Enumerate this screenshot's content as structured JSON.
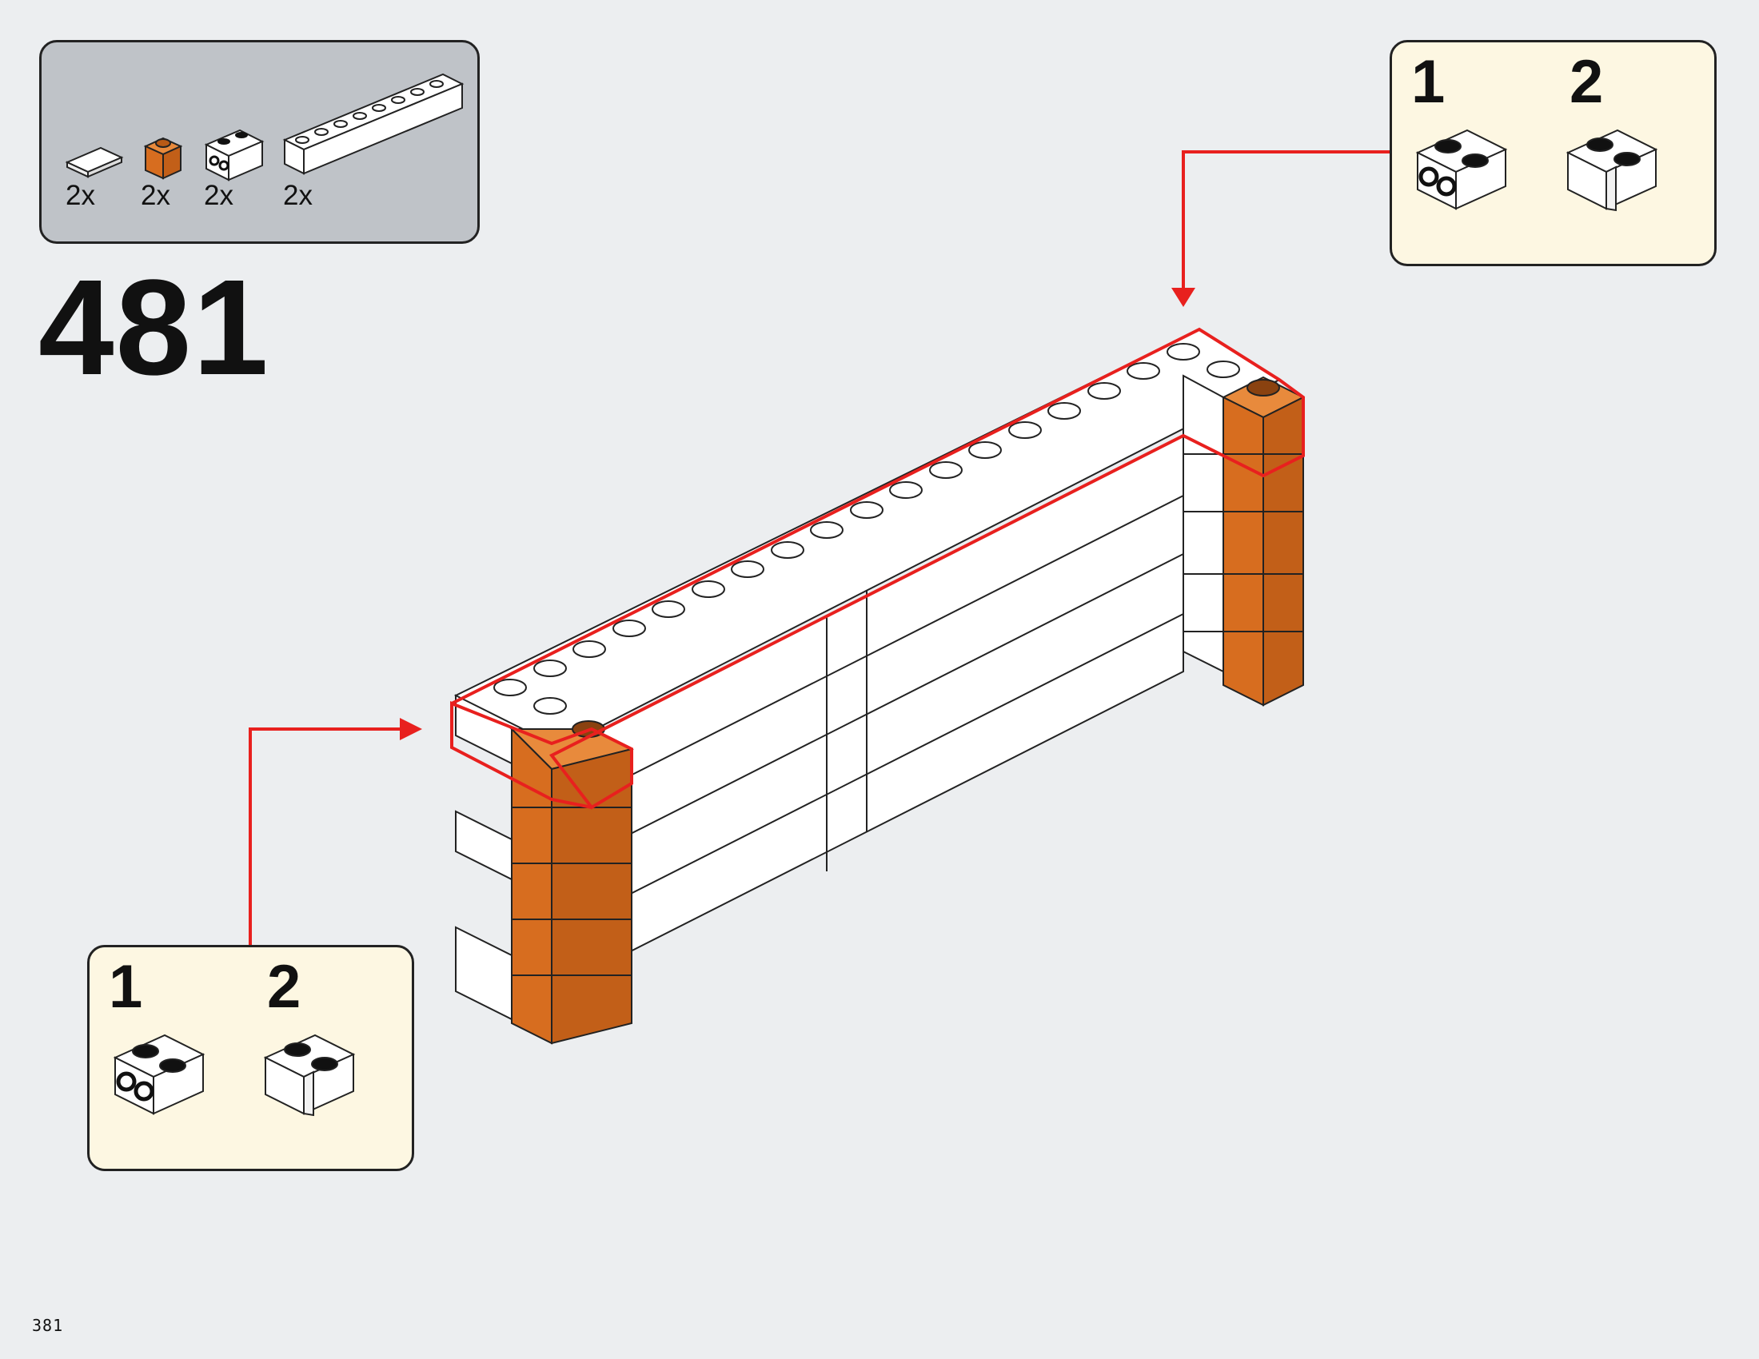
{
  "step": {
    "number": "481"
  },
  "parts_list": {
    "items": [
      {
        "name": "1x2 white tile",
        "count": "2x"
      },
      {
        "name": "1x1 orange brick",
        "count": "2x"
      },
      {
        "name": "1x2 white brick with studs on side",
        "count": "2x"
      },
      {
        "name": "1x8 white brick",
        "count": "2x"
      }
    ]
  },
  "callouts": {
    "top_right": {
      "sub_steps": [
        "1",
        "2"
      ]
    },
    "bottom_left": {
      "sub_steps": [
        "1",
        "2"
      ]
    }
  },
  "page": {
    "number": "381"
  },
  "colors": {
    "page_background": "#eceef0",
    "parts_box": "#bfc3c8",
    "callout_background": "#fdf7e2",
    "highlight_red": "#e8201e",
    "brick_orange": "#d76d1f",
    "brick_white": "#ffffff"
  },
  "icons": [
    "tile-icon",
    "orange-brick-icon",
    "side-stud-brick-icon",
    "long-brick-icon",
    "red-arrow-icon"
  ]
}
